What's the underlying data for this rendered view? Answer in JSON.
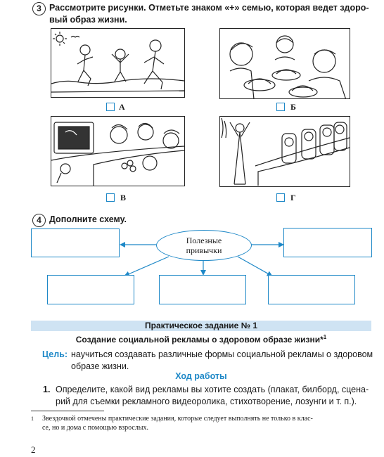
{
  "task3": {
    "number": "3",
    "text_line1": "Рассмотрите рисунки. Отметьте знаком «+» семью, которая ведет здоро-",
    "text_line2": "вый образ жизни.",
    "options": [
      {
        "label": "А"
      },
      {
        "label": "Б"
      },
      {
        "label": "В"
      },
      {
        "label": "Г"
      }
    ]
  },
  "task4": {
    "number": "4",
    "text": "Дополните схему.",
    "center_line1": "Полезные",
    "center_line2": "привычки"
  },
  "practical": {
    "band_title": "Практическое задание № 1",
    "subtitle": "Создание социальной рекламы о здоровом образе жизни*",
    "subtitle_sup": "1",
    "goal_label": "Цель:",
    "goal_line1": "научиться создавать различные формы социальной рекламы о здоровом",
    "goal_line2": "образе жизни.",
    "workflow_title": "Ход работы",
    "step1_num": "1.",
    "step1_line1": "Определите, какой вид рекламы вы хотите создать (плакат, билборд, сцена-",
    "step1_line2": "рий для съемки рекламного видеоролика, стихотворение, лозунги и т. п.)."
  },
  "footnote": {
    "mark": "1",
    "line1": "Звездочкой отмечены практические задания, которые следует выполнять не только в клас-",
    "line2": "се, но и дома с помощью взрослых."
  },
  "page_number": "2",
  "colors": {
    "accent": "#1e88c7",
    "band": "#cfe3f3"
  }
}
